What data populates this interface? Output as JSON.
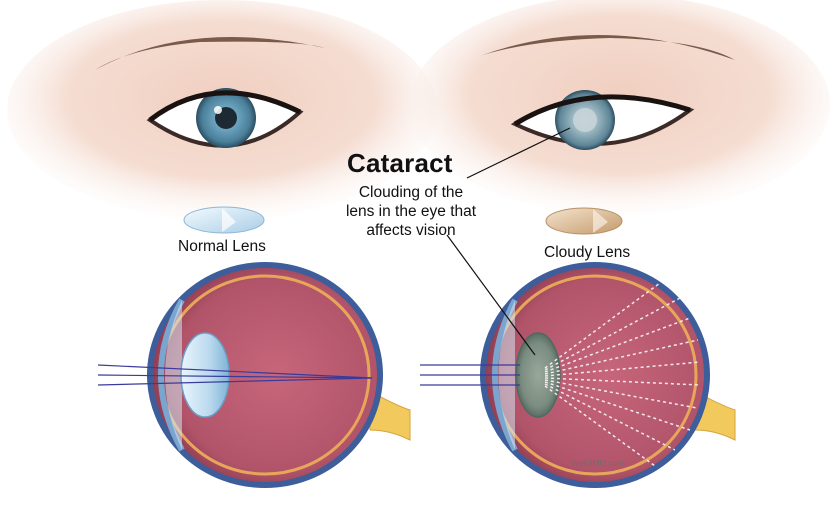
{
  "title": "Cataract",
  "description": "Clouding of the lens in the eye that affects vision",
  "labels": {
    "normal_lens": "Normal Lens",
    "cloudy_lens": "Cloudy Lens"
  },
  "watermark": "web3MD.com",
  "colors": {
    "skin": "#f1d6c8",
    "iris_normal": "#5e93ad",
    "lens_normal": "#d9ecf8",
    "lens_cloudy": "#d9b996",
    "eyeball_wall": "#a8485f",
    "eyeball_inner": "#bf5c72",
    "sclera_blue": "#3d5f9e",
    "retina_yellow": "#f2cc62",
    "light_ray": "#3a3a9a"
  }
}
